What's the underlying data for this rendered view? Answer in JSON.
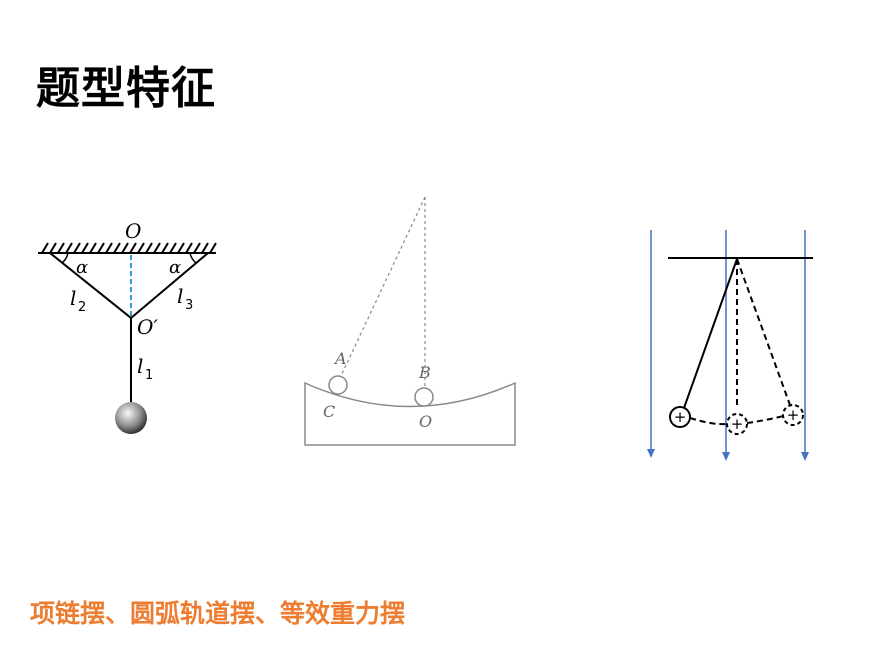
{
  "title": "题型特征",
  "caption": "项链摆、圆弧轨道摆、等效重力摆",
  "colors": {
    "caption": "#ED7D31",
    "field_lines": "#4472C4",
    "dashed_axis": "#29A3D6",
    "track": "#888888"
  },
  "diagram1": {
    "labels": {
      "O": "O",
      "alpha_left": "α",
      "alpha_right": "α",
      "l2": "l",
      "l2_sub": "2",
      "l3": "l",
      "l3_sub": "3",
      "O_prime": "O′",
      "l1": "l",
      "l1_sub": "1"
    }
  },
  "diagram2": {
    "labels": {
      "A": "A",
      "B": "B",
      "C": "C",
      "O": "O"
    }
  },
  "diagram3": {
    "charge_symbol": "+"
  }
}
